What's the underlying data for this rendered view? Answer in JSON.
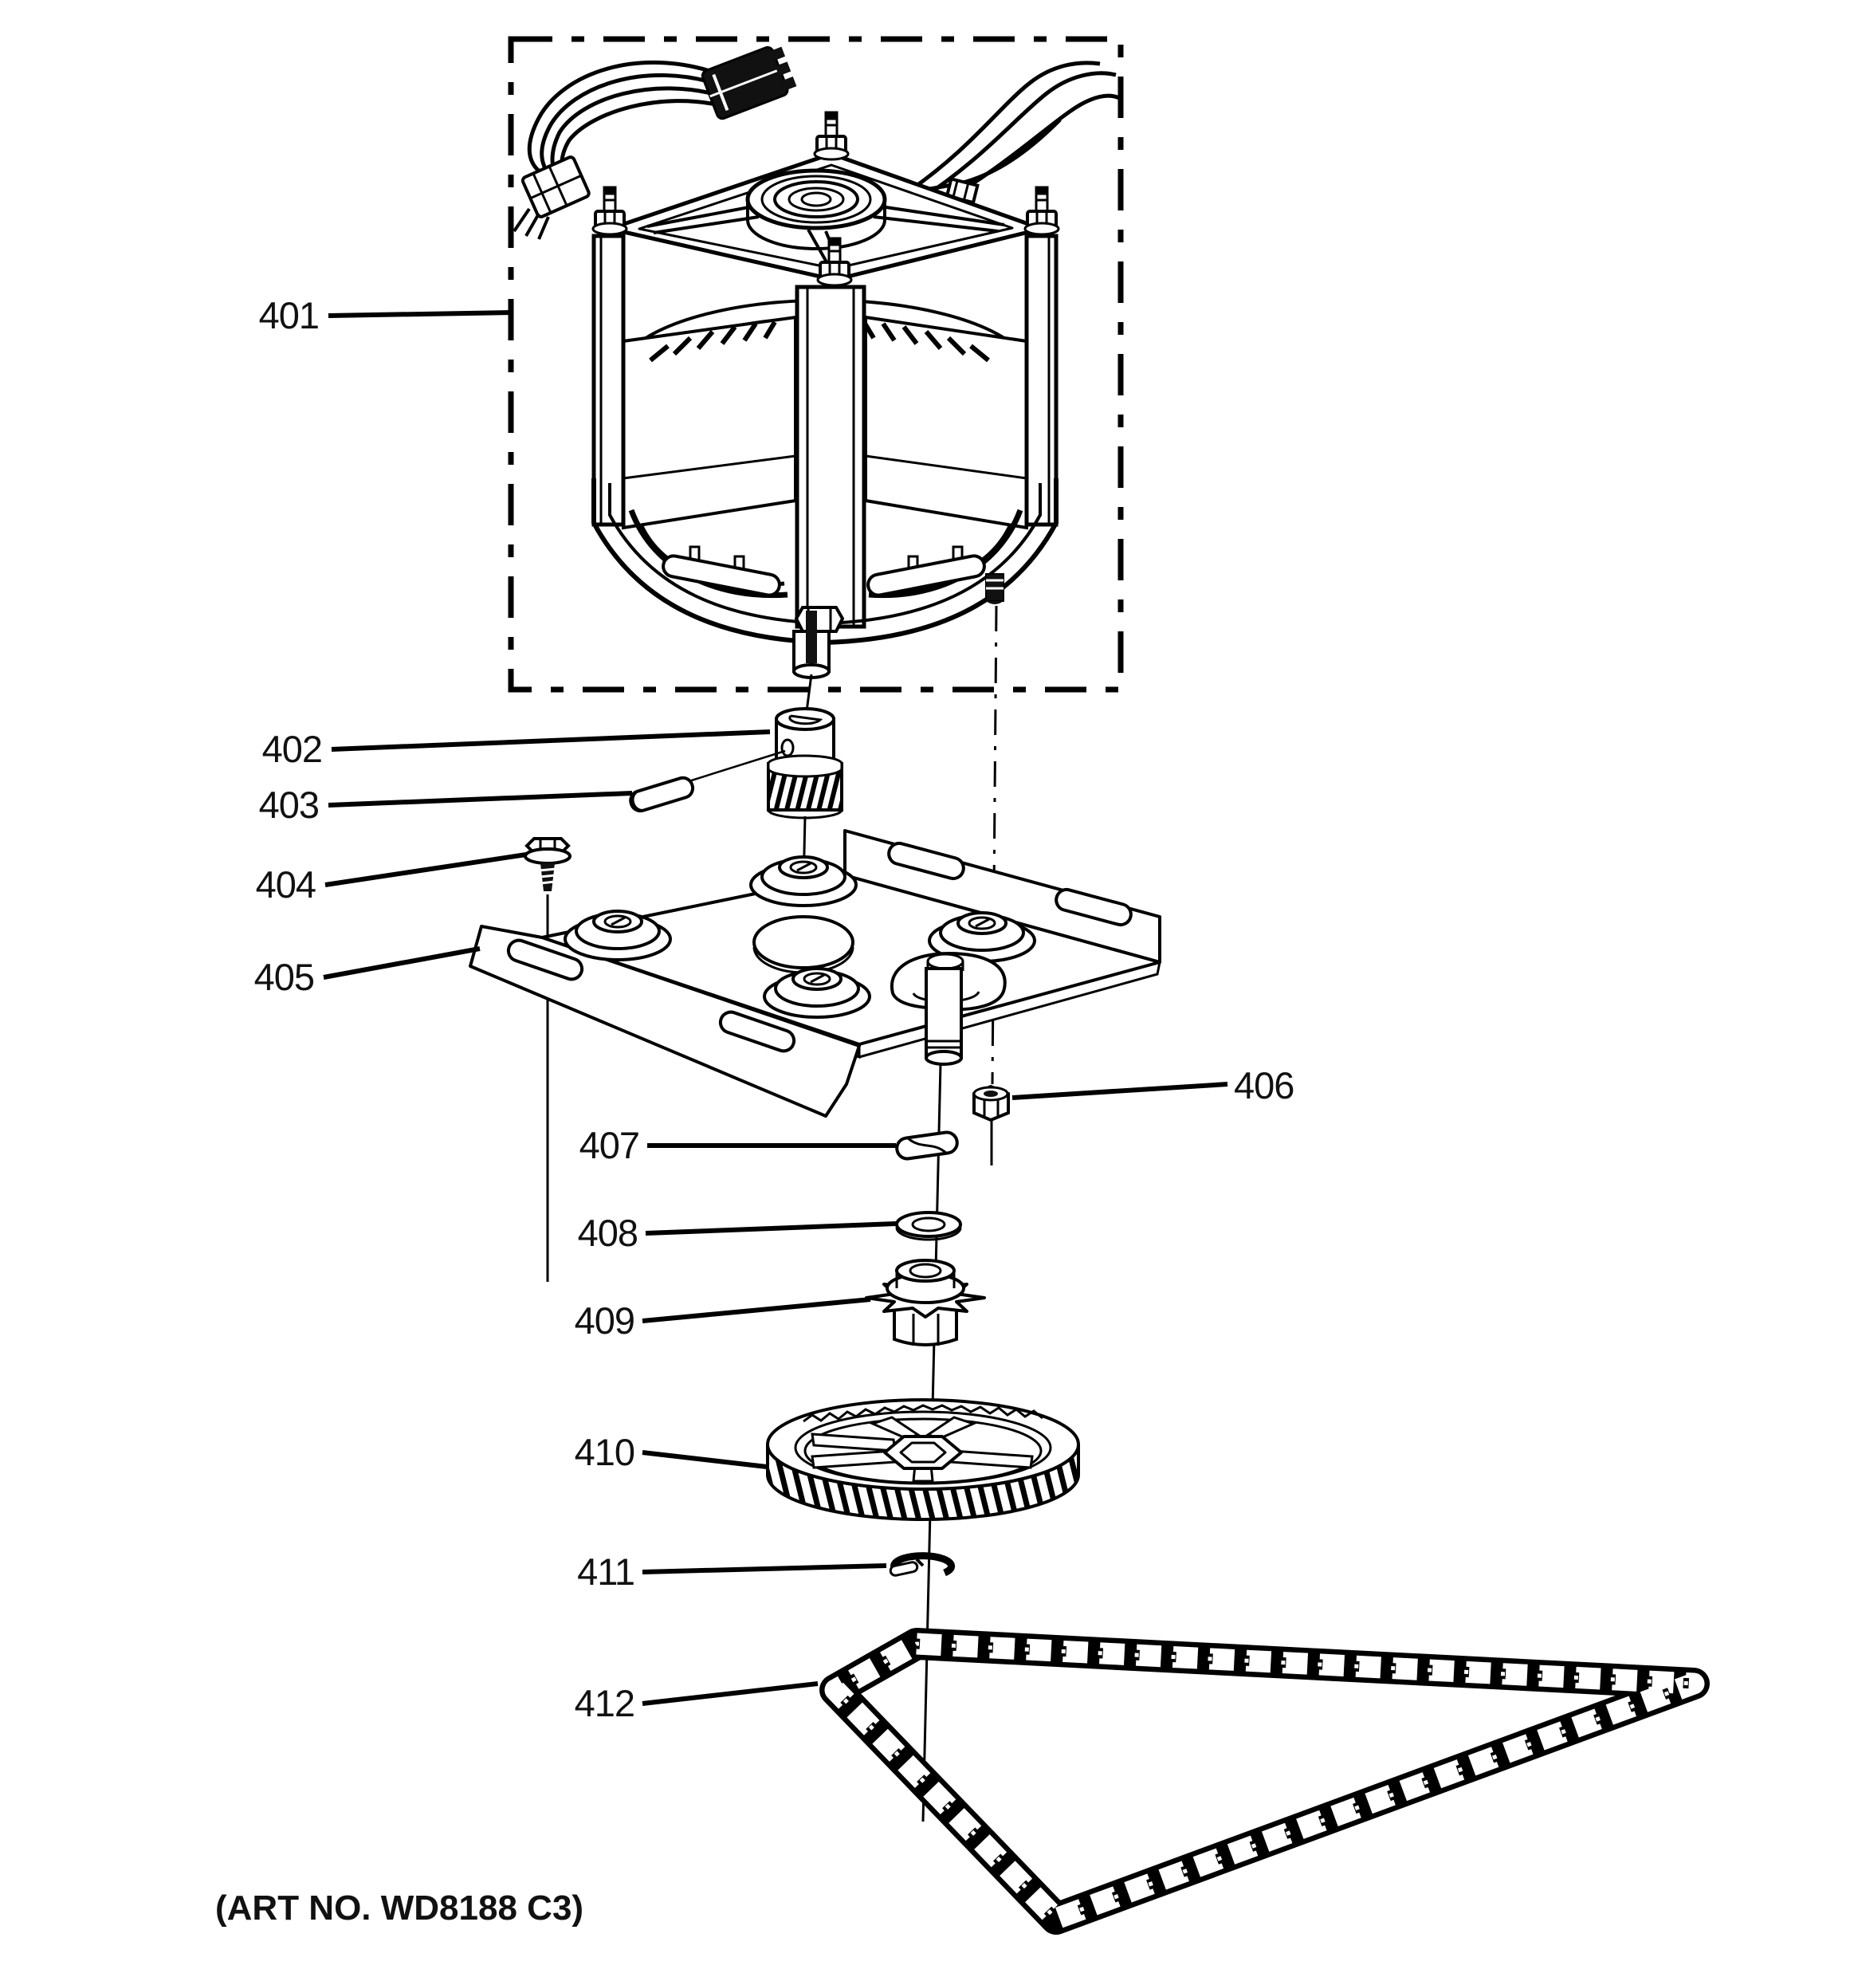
{
  "diagram": {
    "title": "exploded-parts-diagram",
    "art_no": "(ART NO. WD8188 C3)",
    "background_color": "#ffffff",
    "line_color": "#000000",
    "callouts": [
      {
        "number": "401",
        "part": "drive-motor-assembly"
      },
      {
        "number": "402",
        "part": "motor-coupling-pinion"
      },
      {
        "number": "403",
        "part": "drive-pin"
      },
      {
        "number": "404",
        "part": "mounting-screw"
      },
      {
        "number": "405",
        "part": "motor-mounting-plate"
      },
      {
        "number": "406",
        "part": "hex-nut"
      },
      {
        "number": "407",
        "part": "drive-key"
      },
      {
        "number": "408",
        "part": "flat-washer"
      },
      {
        "number": "409",
        "part": "sprocket"
      },
      {
        "number": "410",
        "part": "drive-gear"
      },
      {
        "number": "411",
        "part": "retaining-e-ring"
      },
      {
        "number": "412",
        "part": "drive-chain"
      }
    ]
  }
}
